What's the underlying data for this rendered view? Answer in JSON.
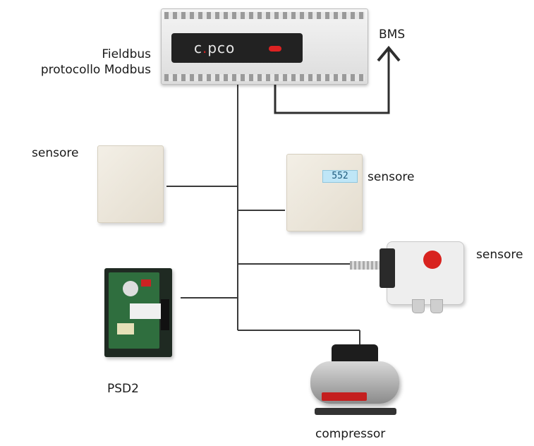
{
  "labels": {
    "fieldbus_line1": "Fieldbus",
    "fieldbus_line2": "protocollo Modbus",
    "bms": "BMS",
    "sensor_left": "sensore",
    "sensor_right": "sensore",
    "sensor_duct": "sensore",
    "psd2": "PSD2",
    "compressor": "compressor"
  },
  "controller": {
    "brand": "c.pco",
    "brand_c": "c",
    "brand_dot": ".",
    "brand_rest": "pco"
  },
  "sensor_display": {
    "value": "552"
  },
  "colors": {
    "wire": "#3a3a3a",
    "accent_red": "#d32020",
    "lcd": "#bfe6f7"
  }
}
